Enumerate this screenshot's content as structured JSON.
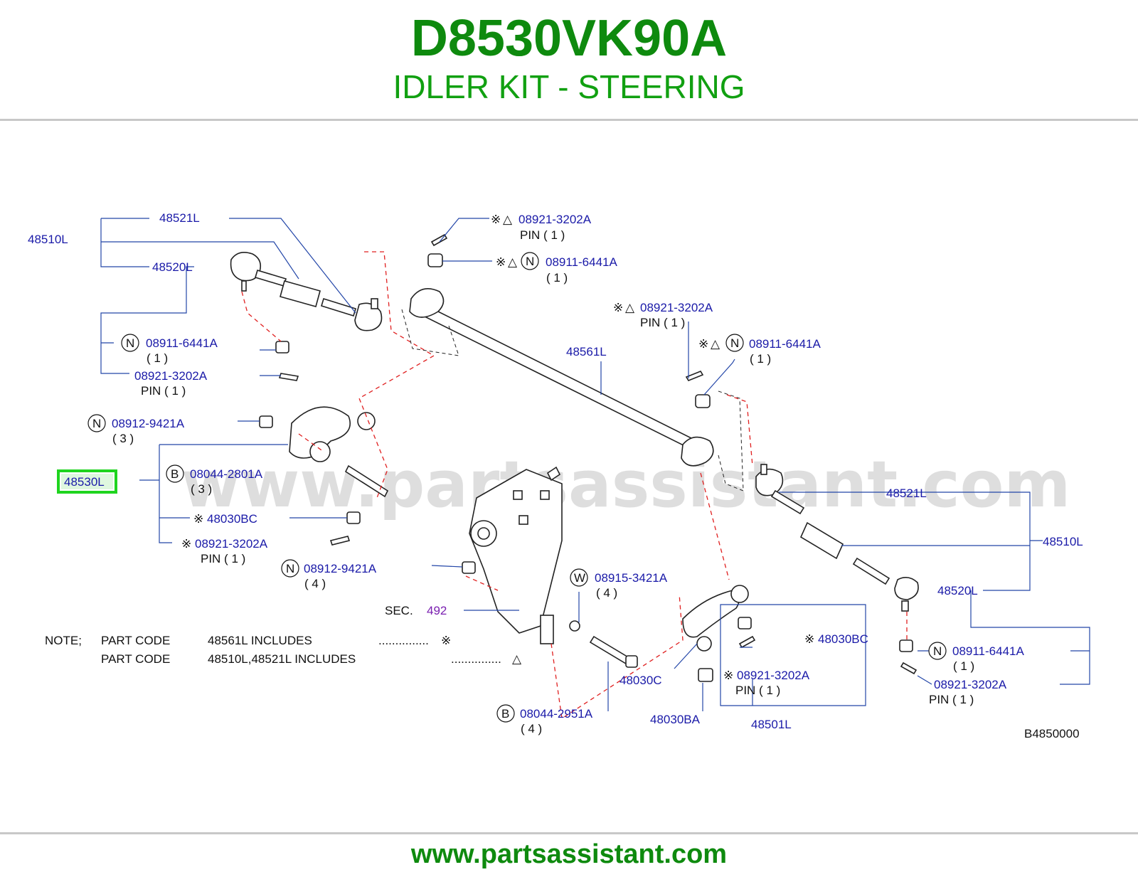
{
  "header": {
    "part_number": "D8530VK90A",
    "subtitle": "IDLER KIT - STEERING"
  },
  "footer": {
    "url": "www.partsassistant.com",
    "diagram_code": "B4850000"
  },
  "watermark": "www.partsassistant.com",
  "symbols": {
    "asterisk": "※",
    "triangle": "△",
    "N": "N",
    "B": "B",
    "W": "W"
  },
  "labels": {
    "p48510L_a": "48510L",
    "p48521L_a": "48521L",
    "p48520L_a": "48520L",
    "pin_top": "08921-3202A",
    "pin_top_qty": "PIN    ( 1 )",
    "nut_top": "08911-6441A",
    "nut_top_qty": "( 1 )",
    "pin_mid": "08921-3202A",
    "pin_mid_qty": "PIN    ( 1 )",
    "nut_mid": "08911-6441A",
    "nut_mid_qty": "( 1 )",
    "p48561L": "48561L",
    "nut_left": "08911-6441A",
    "nut_left_qty": "( 1 )",
    "pin_left": "08921-3202A",
    "pin_left_qty": "PIN    ( 1 )",
    "nut_9421_a": "08912-9421A",
    "nut_9421_a_qty": "( 3 )",
    "p48530L": "48530L",
    "bolt_2801": "08044-2801A",
    "bolt_2801_qty": "( 3 )",
    "p48030BC_a": "48030BC",
    "pin_lower": "08921-3202A",
    "pin_lower_qty": "PIN    ( 1 )",
    "nut_9421_b": "08912-9421A",
    "nut_9421_b_qty": "( 4 )",
    "washer_3421": "08915-3421A",
    "washer_3421_qty": "( 4 )",
    "sec_label": "SEC.",
    "sec_num": "492",
    "p48521L_b": "48521L",
    "p48510L_b": "48510L",
    "p48520L_b": "48520L",
    "p48030BC_b": "48030BC",
    "pin_idler": "08921-3202A",
    "pin_idler_qty": "PIN    ( 1 )",
    "p48030C": "48030C",
    "p48030BA": "48030BA",
    "p48501L": "48501L",
    "bolt_2951": "08044-2951A",
    "bolt_2951_qty": "( 4 )",
    "nut_right": "08911-6441A",
    "nut_right_qty": "( 1 )",
    "pin_right": "08921-3202A",
    "pin_right_qty": "PIN    ( 1 )"
  },
  "note": {
    "prefix": "NOTE;",
    "line1_a": "PART   CODE",
    "line1_b": "48561L   INCLUDES",
    "line1_dots": "...............",
    "line2_a": "PART   CODE",
    "line2_b": "48510L,48521L   INCLUDES",
    "line2_dots": "..............."
  },
  "colors": {
    "title": "#0e8a0e",
    "label": "#1a1aa8",
    "highlight": "#1fd41f",
    "section": "#7a1fb0"
  }
}
